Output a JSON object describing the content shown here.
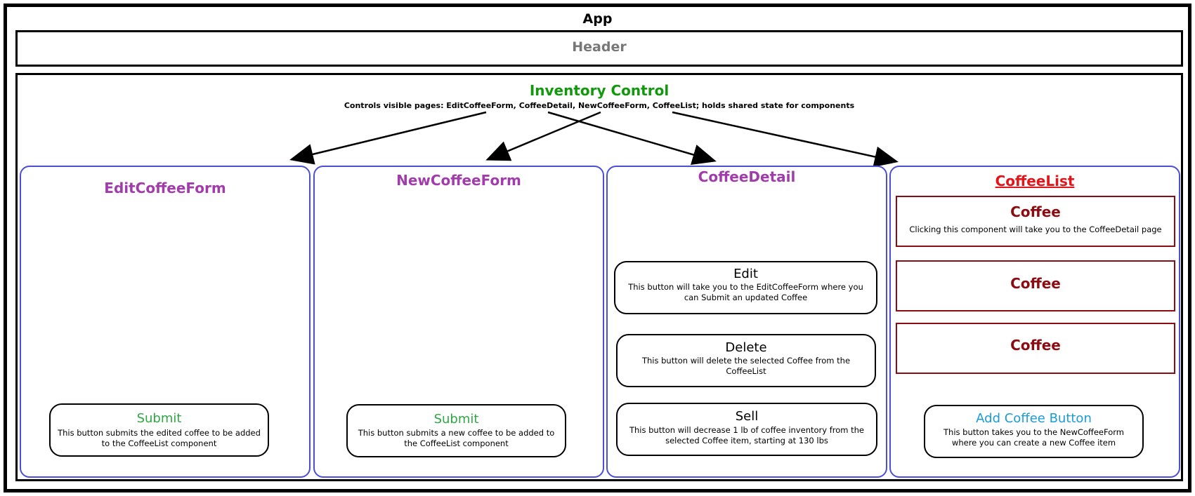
{
  "app": {
    "title": "App"
  },
  "header": {
    "label": "Header"
  },
  "inventory_control": {
    "title": "Inventory Control",
    "description": "Controls visible pages: EditCoffeeForm, CoffeeDetail, NewCoffeeForm, CoffeeList; holds shared state for components"
  },
  "edit_coffee_form": {
    "title": "EditCoffeeForm",
    "submit": {
      "label": "Submit",
      "description": "This button submits the edited coffee to be added to the CoffeeList component"
    }
  },
  "new_coffee_form": {
    "title": "NewCoffeeForm",
    "submit": {
      "label": "Submit",
      "description": "This button submits a new coffee to be added to the CoffeeList component"
    }
  },
  "coffee_detail": {
    "title": "CoffeeDetail",
    "buttons": [
      {
        "label": "Edit",
        "description": "This button will take you to the EditCoffeeForm where you can Submit an updated Coffee"
      },
      {
        "label": "Delete",
        "description": "This button will delete the selected Coffee from the CoffeeList"
      },
      {
        "label": "Sell",
        "description": "This button will decrease 1 lb of coffee inventory from the selected Coffee item, starting at 130 lbs"
      }
    ]
  },
  "coffee_list": {
    "title": "CoffeeList",
    "items": [
      {
        "label": "Coffee",
        "description": "Clicking this component will take you to the CoffeeDetail page"
      },
      {
        "label": "Coffee"
      },
      {
        "label": "Coffee"
      }
    ],
    "add_button": {
      "label": "Add Coffee Button",
      "description": "This button takes you to the NewCoffeeForm where you can create a new Coffee item"
    }
  },
  "colors": {
    "panel_border": "#4a4fd6",
    "panel_title": "#a13dab",
    "inventory_title": "#12980c",
    "submit_label": "#2ea843",
    "coffee": "#8b0d13",
    "coffee_list_title": "#e2151b",
    "add_button_label": "#1a9bd7",
    "header_label": "#777777"
  }
}
